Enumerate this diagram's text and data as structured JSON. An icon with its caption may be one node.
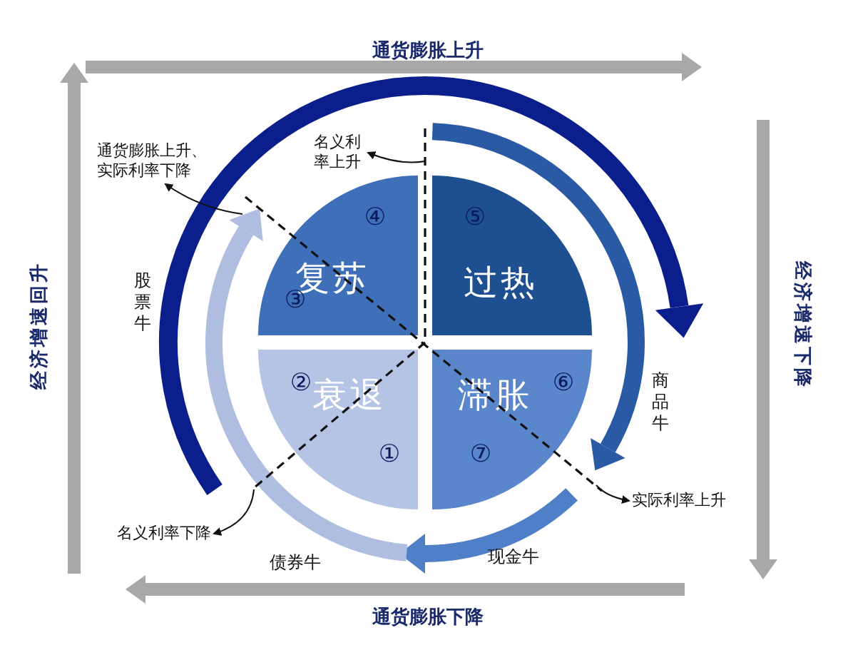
{
  "diagram": {
    "nodes": [
      {
        "text": [
          "④",
          "复苏",
          "③"
        ]
      },
      {
        "text": [
          "⑤",
          "过热"
        ]
      },
      {
        "text": [
          "②",
          "衰退",
          "①"
        ]
      },
      {
        "text": [
          "滞胀",
          "⑥",
          "⑦"
        ]
      },
      {
        "text": [
          "名义利率上升"
        ]
      },
      {
        "text": [
          "通货膨胀上升、实际利率下降"
        ]
      },
      {
        "text": [
          "实际利率上升"
        ]
      },
      {
        "text": [
          "名义利率下降"
        ]
      }
    ],
    "edges": [
      {
        "from": null,
        "to": 4,
        "arrow": "to"
      },
      {
        "from": null,
        "to": 5,
        "arrow": "to"
      },
      {
        "from": null,
        "to": 6,
        "arrow": "to"
      },
      {
        "from": null,
        "to": 7,
        "arrow": "to"
      }
    ],
    "labels": [
      "通货膨胀上升",
      "股票牛",
      "经济增速回升",
      "经济增速下降",
      "商品牛",
      "现金牛",
      "债券牛",
      "通货膨胀下降"
    ]
  }
}
